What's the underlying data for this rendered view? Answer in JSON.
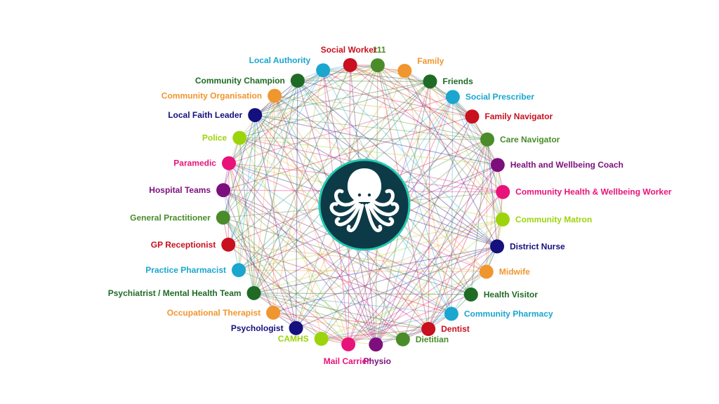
{
  "diagram": {
    "center_icon": "octopus-icon",
    "center_fill": "#0d3a47",
    "center_ring": "#22c9b0",
    "nodes": [
      {
        "label": "111",
        "color": "#4a8c2a"
      },
      {
        "label": "Family",
        "color": "#f0962e"
      },
      {
        "label": "Friends",
        "color": "#1f6b25"
      },
      {
        "label": "Social Prescriber",
        "color": "#1aa6cf"
      },
      {
        "label": "Family Navigator",
        "color": "#c8101e"
      },
      {
        "label": "Care Navigator",
        "color": "#4a8c2a"
      },
      {
        "label": "Health and Wellbeing Coach",
        "color": "#7d0f7d"
      },
      {
        "label": "Community Health & Wellbeing Worker",
        "color": "#e8137a"
      },
      {
        "label": "Community Matron",
        "color": "#9cd40c"
      },
      {
        "label": "District Nurse",
        "color": "#14107e"
      },
      {
        "label": "Midwife",
        "color": "#f0962e"
      },
      {
        "label": "Health Visitor",
        "color": "#1f6b25"
      },
      {
        "label": "Community Pharmacy",
        "color": "#1aa6cf"
      },
      {
        "label": "Dentist",
        "color": "#c8101e"
      },
      {
        "label": "Dietitian",
        "color": "#4a8c2a"
      },
      {
        "label": "Physio",
        "color": "#7d0f7d"
      },
      {
        "label": "Mail Carrier",
        "color": "#e8137a"
      },
      {
        "label": "CAMHS",
        "color": "#9cd40c"
      },
      {
        "label": "Psychologist",
        "color": "#14107e"
      },
      {
        "label": "Occupational Therapist",
        "color": "#f0962e"
      },
      {
        "label": "Psychiatrist / Mental Health Team",
        "color": "#1f6b25"
      },
      {
        "label": "Practice Pharmacist",
        "color": "#1aa6cf"
      },
      {
        "label": "GP Receptionist",
        "color": "#c8101e"
      },
      {
        "label": "General Practitioner",
        "color": "#4a8c2a"
      },
      {
        "label": "Hospital Teams",
        "color": "#7d0f7d"
      },
      {
        "label": "Paramedic",
        "color": "#e8137a"
      },
      {
        "label": "Police",
        "color": "#9cd40c"
      },
      {
        "label": "Local Faith Leader",
        "color": "#14107e"
      },
      {
        "label": "Community Organisation",
        "color": "#f0962e"
      },
      {
        "label": "Community Champion",
        "color": "#1f6b25"
      },
      {
        "label": "Local Authority",
        "color": "#1aa6cf"
      },
      {
        "label": "Social Worker",
        "color": "#c8101e"
      }
    ]
  }
}
